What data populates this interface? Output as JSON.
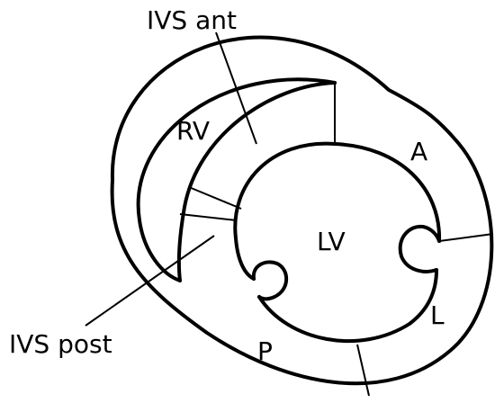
{
  "labels": {
    "ivs_ant": "IVS ant",
    "ivs_post": "IVS post",
    "rv": "RV",
    "lv": "LV",
    "anterior": "A",
    "lateral": "L",
    "posterior": "P"
  },
  "colors": {
    "line": "#000000",
    "background": "#ffffff"
  }
}
